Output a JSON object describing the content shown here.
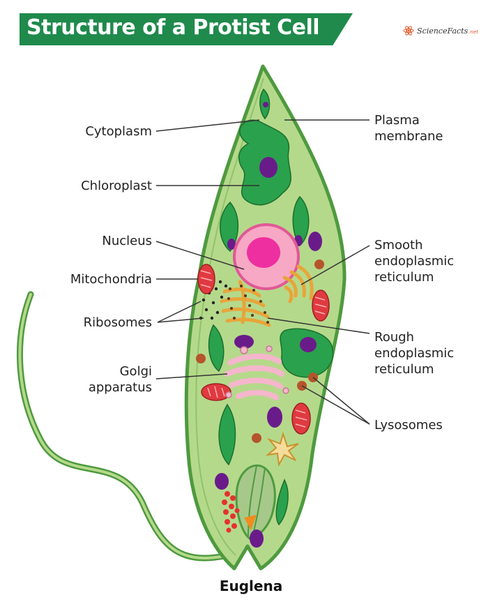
{
  "title": "Structure of a Protist Cell",
  "brand": {
    "name": "ScienceFacts",
    "tld": ".net"
  },
  "caption": "Euglena",
  "labels": {
    "cytoplasm": "Cytoplasm",
    "chloroplast": "Chloroplast",
    "nucleus": "Nucleus",
    "mitochondria": "Mitochondria",
    "ribosomes": "Ribosomes",
    "golgi_line1": "Golgi",
    "golgi_line2": "apparatus",
    "plasma_line1": "Plasma",
    "plasma_line2": "membrane",
    "smooth_line1": "Smooth",
    "smooth_line2": "endoplasmic",
    "smooth_line3": "reticulum",
    "rough_line1": "Rough",
    "rough_line2": "endoplasmic",
    "rough_line3": "reticulum",
    "lysosomes": "Lysosomes"
  },
  "colors": {
    "banner": "#1f8a4c",
    "membrane": "#4e9a3f",
    "cytoplasm": "#b5d98b",
    "chloroplast": "#2aa14d",
    "nucleus": "#f7a8c4",
    "nucleolus": "#ee2fa0",
    "er": "#e8a53a",
    "golgi": "#f5b6cc",
    "mitochondria": "#e03a40",
    "vacuole": "#6a1b8a",
    "lysosome": "#b6542b"
  }
}
